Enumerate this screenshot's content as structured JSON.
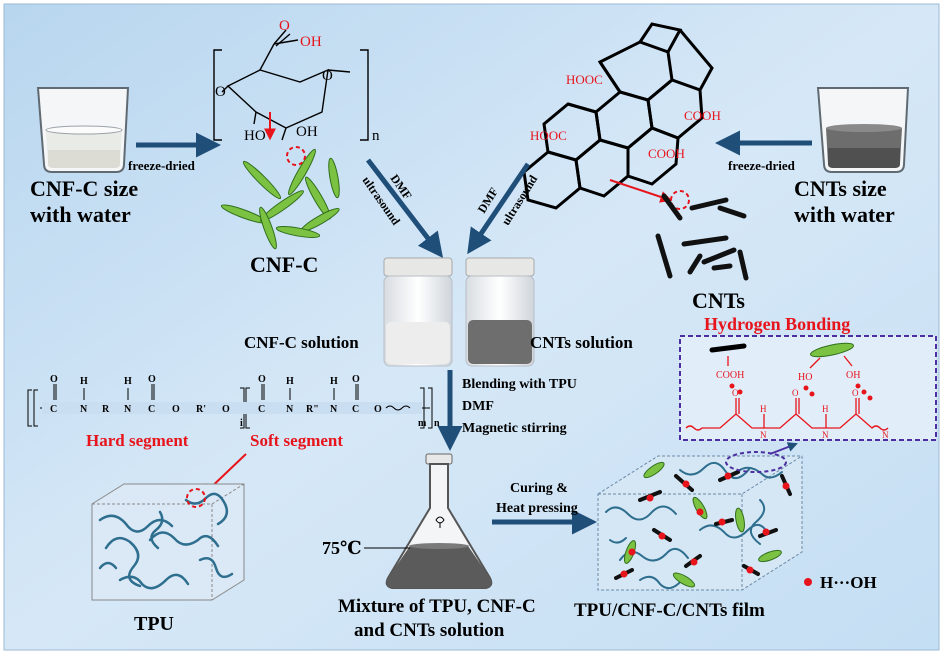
{
  "left_beaker": {
    "line1": "CNF-C size",
    "line2": "with water",
    "arrow_label": "freeze-dried"
  },
  "right_beaker": {
    "line1": "CNTs size",
    "line2": "with water",
    "arrow_label": "freeze-dried"
  },
  "cellulose": {
    "oh_top": "OH",
    "o_carbonyl": "O",
    "ring_o": "O",
    "ho": "HO",
    "oh": "OH",
    "n": "n",
    "o_left": "O"
  },
  "cnt_groups": [
    "HOOC",
    "COOH",
    "HOOC",
    "COOH"
  ],
  "labels": {
    "cnfc": "CNF-C",
    "cnts": "CNTs",
    "cnfc_solution": "CNF-C solution",
    "cnts_solution": "CNTs solution",
    "dmf": "DMF",
    "ultrasound": "ultrasound"
  },
  "blending": [
    "Blending with TPU",
    "DMF",
    "Magnetic stirring"
  ],
  "tpu_formula": {
    "atoms": [
      "O",
      "H",
      "H",
      "O",
      "O",
      "H",
      "H",
      "O",
      "C",
      "N",
      "R",
      "N",
      "C",
      "O",
      "R'",
      "O",
      "C",
      "N",
      "R\"",
      "N",
      "C",
      "O"
    ],
    "sub_i": "i",
    "sub_mn": "m",
    "sub_n": "n",
    "hard": "Hard segment",
    "soft": "Soft segment"
  },
  "tpu_label": "TPU",
  "flask": {
    "temp": "75℃",
    "caption1": "Mixture of TPU, CNF-C",
    "caption2": "and CNTs solution"
  },
  "curing": [
    "Curing &",
    "Heat pressing"
  ],
  "film_label": "TPU/CNF-C/CNTs film",
  "hbond": {
    "title": "Hydrogen Bonding",
    "cooh": "COOH",
    "oh": "OH",
    "ho": "HO",
    "legend": "H···OH"
  },
  "colors": {
    "arrow": "#1f4e79",
    "red": "#e8141c",
    "fiber": "#7cc242",
    "accent_box": "#4b2ea0"
  }
}
